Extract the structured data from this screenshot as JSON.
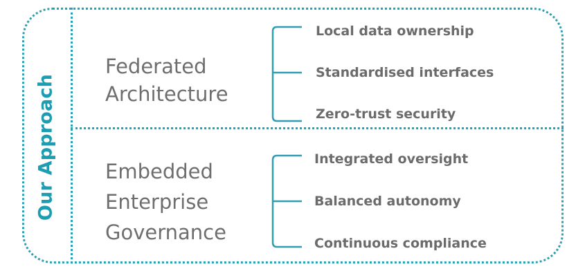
{
  "side_label": "Our Approach",
  "sections": [
    {
      "title_lines": [
        "Federated",
        "Architecture"
      ],
      "items": [
        "Local data ownership",
        "Standardised interfaces",
        "Zero-trust security"
      ]
    },
    {
      "title_lines": [
        "Embedded",
        "Enterprise",
        "Governance"
      ],
      "items": [
        "Integrated oversight",
        "Balanced autonomy",
        "Continuous compliance"
      ]
    }
  ],
  "colors": {
    "accent": "#1c9db2",
    "text": "#6b6b6b"
  }
}
